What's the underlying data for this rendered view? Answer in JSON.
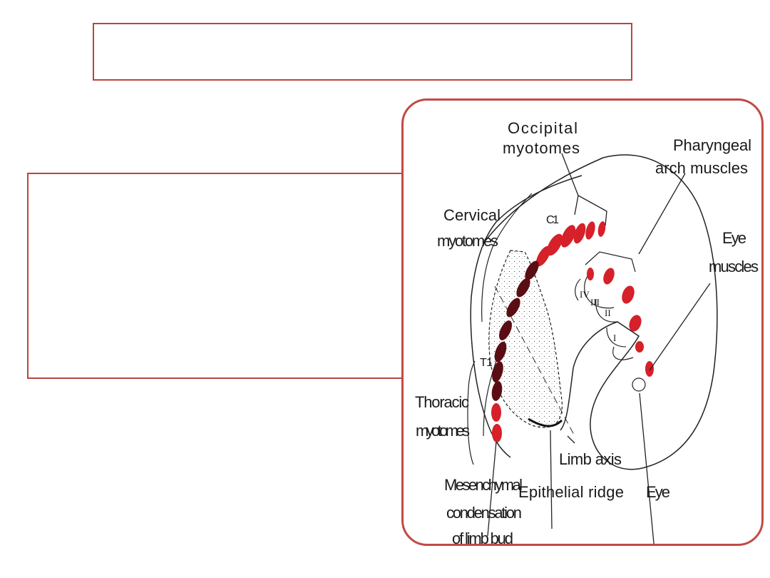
{
  "slide": {
    "title_text": "",
    "body_text": ""
  },
  "figure": {
    "labels": {
      "occipital_1": "Occipital",
      "occipital_2": "myotomes",
      "pharyngeal_1": "Pharyngeal",
      "pharyngeal_2": "arch muscles",
      "cervical_1": "Cervical",
      "cervical_2": "myotomes",
      "c1": "C1",
      "eye_muscles_1": "Eye",
      "eye_muscles_2": "muscles",
      "t1": "T1",
      "thoracic_1": "Thoracic",
      "thoracic_2": "myotomes",
      "limb_axis": "Limb axis",
      "epithelial_ridge": "Epithelial ridge",
      "eye": "Eye",
      "mesenchymal_1": "Mesenchymal",
      "mesenchymal_2": "condensation",
      "mesenchymal_3": "of limb bud",
      "arch_IV": "IV",
      "arch_III": "III",
      "arch_II": "II",
      "arch_I": "I"
    },
    "colors": {
      "myotome_red": "#d6202a",
      "myotome_dark": "#5a0d12",
      "frame_border": "#c24a44",
      "box_border": "#b9453f"
    }
  }
}
